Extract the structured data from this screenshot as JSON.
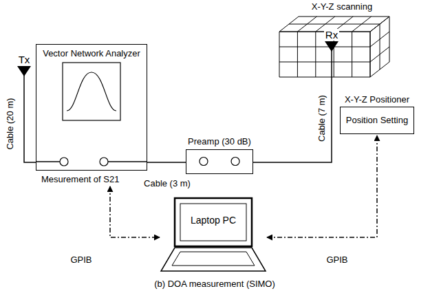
{
  "diagram": {
    "caption": "(b) DOA measurement (SIMO)",
    "nodes": [
      {
        "text": [
          "Tx"
        ]
      },
      {
        "text": [
          "Vector Network Analyzer",
          "Mesurement of S21"
        ]
      },
      {
        "text": [
          "Preamp (30 dB)"
        ]
      },
      {
        "text": [
          "X-Y-Z scanning"
        ]
      },
      {
        "text": [
          "Rx"
        ],
        "in": 3
      },
      {
        "text": [
          "X-Y-Z Positioner",
          "Position Setting"
        ]
      },
      {
        "text": [
          "Laptop PC"
        ]
      }
    ],
    "edges": [
      {
        "from": 0,
        "to": 1,
        "arrow": "none",
        "label": "Cable (20 m)"
      },
      {
        "from": 1,
        "to": 2,
        "arrow": "none",
        "label": "Cable (3 m)"
      },
      {
        "from": 2,
        "to": 4,
        "arrow": "none",
        "label": "Cable (7 m)"
      },
      {
        "from": 1,
        "to": 6,
        "arrow": "both",
        "label": "GPIB"
      },
      {
        "from": 6,
        "to": 5,
        "arrow": "both",
        "label": "GPIB"
      }
    ]
  }
}
